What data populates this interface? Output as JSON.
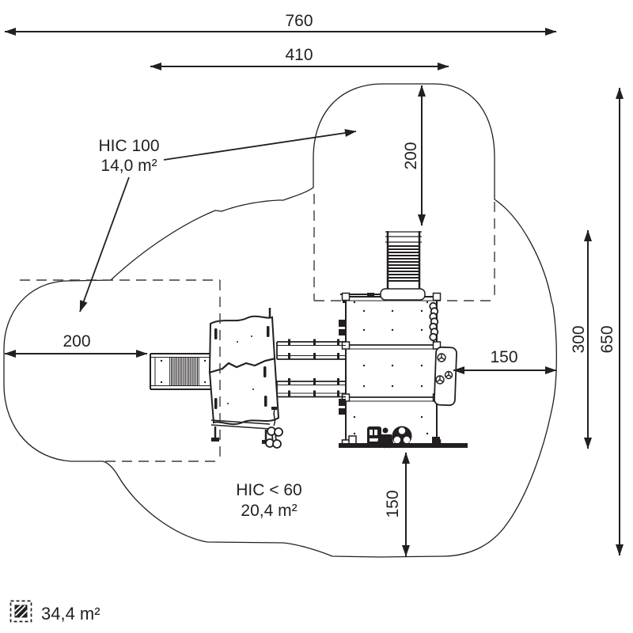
{
  "dimensions": {
    "overall_width": "760",
    "equipment_width": "410",
    "top_zone_depth": "200",
    "left_zone_depth": "200",
    "right_zone_depth": "150",
    "bottom_zone_depth": "150",
    "right_span": "300",
    "overall_depth": "650"
  },
  "zones": {
    "hic100_label": "HIC 100",
    "hic100_area": "14,0 m²",
    "hic60_label": "HIC < 60",
    "hic60_area": "20,4 m²"
  },
  "legend": {
    "safety_area": "34,4 m²"
  },
  "colors": {
    "ink": "#231f20",
    "background": "#ffffff"
  }
}
